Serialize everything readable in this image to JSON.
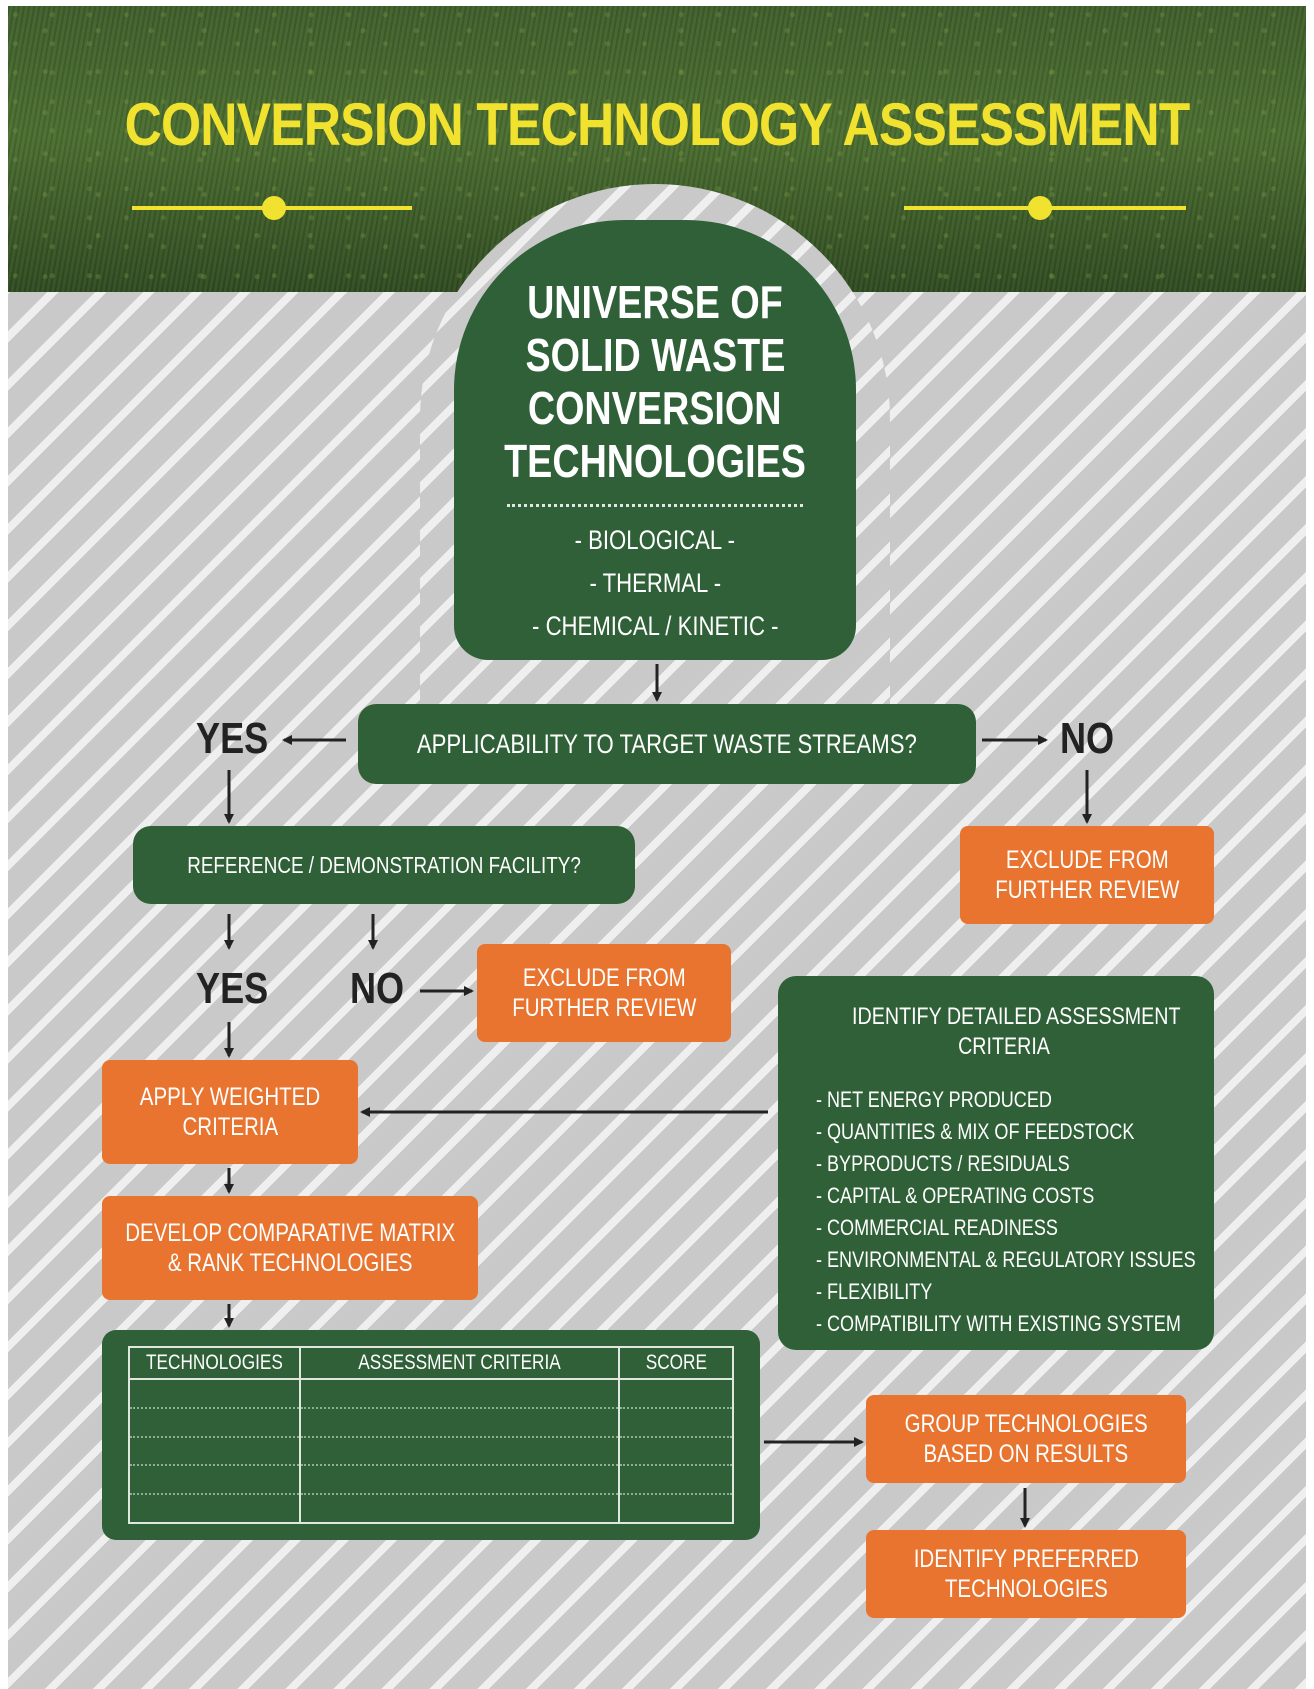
{
  "title": "CONVERSION TECHNOLOGY ASSESSMENT",
  "colors": {
    "title_yellow": "#f2e230",
    "green": "#2f6038",
    "orange": "#e8742f",
    "text_dark": "#222222"
  },
  "universe": {
    "title_lines": [
      "UNIVERSE OF",
      "SOLID WASTE",
      "CONVERSION",
      "TECHNOLOGIES"
    ],
    "categories": [
      "- BIOLOGICAL -",
      "- THERMAL -",
      "- CHEMICAL / KINETIC -"
    ]
  },
  "question_applicability": "APPLICABILITY TO TARGET WASTE STREAMS?",
  "question_reference": "REFERENCE / DEMONSTRATION FACILITY?",
  "labels": {
    "yes": "YES",
    "no": "NO"
  },
  "exclude_label_1": [
    "EXCLUDE FROM",
    "FURTHER REVIEW"
  ],
  "exclude_label_2": [
    "EXCLUDE FROM",
    "FURTHER REVIEW"
  ],
  "apply_weighted": [
    "APPLY WEIGHTED",
    "CRITERIA"
  ],
  "develop_matrix": [
    "DEVELOP COMPARATIVE MATRIX",
    "& RANK TECHNOLOGIES"
  ],
  "criteria": {
    "heading": [
      "IDENTIFY DETAILED ASSESSMENT",
      "CRITERIA"
    ],
    "items": [
      "- NET ENERGY PRODUCED",
      "- QUANTITIES & MIX OF FEEDSTOCK",
      "- BYPRODUCTS / RESIDUALS",
      "- CAPITAL & OPERATING COSTS",
      "- COMMERCIAL READINESS",
      "- ENVIRONMENTAL & REGULATORY ISSUES",
      "- FLEXIBILITY",
      "- COMPATIBILITY WITH EXISTING SYSTEM"
    ]
  },
  "matrix": {
    "columns": [
      "TECHNOLOGIES",
      "ASSESSMENT CRITERIA",
      "SCORE"
    ]
  },
  "group_technologies": [
    "GROUP TECHNOLOGIES",
    "BASED ON RESULTS"
  ],
  "identify_preferred": [
    "IDENTIFY PREFERRED",
    "TECHNOLOGIES"
  ]
}
